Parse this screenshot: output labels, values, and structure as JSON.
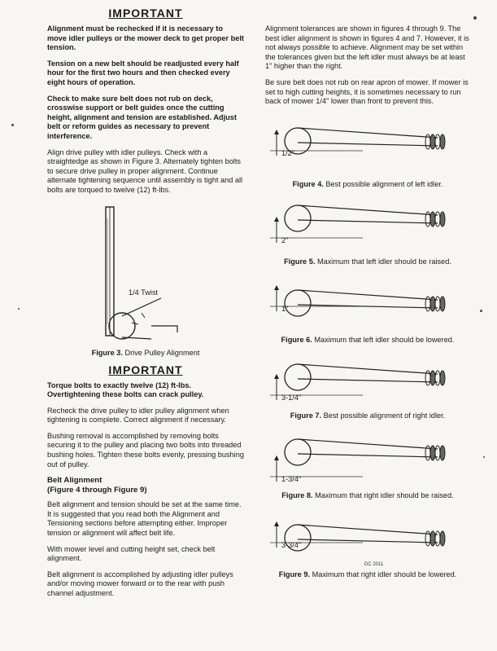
{
  "important_1": "IMPORTANT",
  "left_paras": [
    {
      "text": "Alignment must be rechecked if it is necessary to move idler pulleys or the mower deck to get proper belt tension.",
      "bold": true
    },
    {
      "text": "Tension on a new belt should be readjusted every half hour for the first two hours and then checked every eight hours of operation.",
      "bold": true
    },
    {
      "text": "Check to make sure belt does not rub on deck, crosswise support or belt guides once the cutting height, alignment and tension are established. Adjust belt or reform guides as necessary to prevent interference.",
      "bold": true
    },
    {
      "text": "Align drive pulley with idler pulleys. Check with a straightedge as shown in Figure 3. Alternately tighten bolts to secure drive pulley in proper alignment. Continue alternate tightening sequence until assembly is tight and all bolts are torqued to twelve (12) ft-lbs.",
      "bold": false
    }
  ],
  "fig3": {
    "label": "1/4 Twist",
    "num": "Figure 3.",
    "caption": "Drive Pulley Alignment"
  },
  "important_2": "IMPORTANT",
  "left_paras_2": [
    {
      "text": "Torque bolts to exactly twelve (12) ft-lbs. Overtightening these bolts can crack pulley.",
      "bold": true
    },
    {
      "text": "Recheck the drive pulley to idler pulley alignment when tightening is complete. Correct alignment if necessary.",
      "bold": false
    },
    {
      "text": "Bushing removal is accomplished by removing bolts securing it to the pulley and placing two bolts into threaded bushing holes. Tighten these bolts evenly, pressing bushing out of pulley.",
      "bold": false
    }
  ],
  "belt_alignment": {
    "title": "Belt Alignment",
    "subtitle": "(Figure 4 through Figure 9)"
  },
  "left_paras_3": [
    {
      "text": "Belt alignment and tension should be set at the same time. It is suggested that you read both the Alignment and Tensioning sections before attempting either. Improper tension or alignment will affect belt life."
    },
    {
      "text": "With mower level and cutting height set, check belt alignment."
    },
    {
      "text": "Belt alignment is accomplished by adjusting idler pulleys and/or moving mower forward or to the rear with push channel adjustment."
    }
  ],
  "right_paras": [
    {
      "text": "Alignment tolerances are shown in figures 4 through 9. The best idler alignment is shown in figures 4 and 7. However, it is not always possible to achieve. Alignment may be set within the tolerances given but the left idler must always be at least 1\" higher than the right."
    },
    {
      "text": "Be sure belt does not rub on rear apron of mower. If mower is set to high cutting heights, it is sometimes necessary to run back of mower 1/4\" lower than front to prevent this."
    }
  ],
  "figures": [
    {
      "dim": "1/2\"",
      "num": "Figure 4.",
      "caption": "Best possible alignment of left idler."
    },
    {
      "dim": "2\"",
      "num": "Figure 5.",
      "caption": "Maximum that left idler should be raised."
    },
    {
      "dim": "1\"",
      "num": "Figure 6.",
      "caption": "Maximum that left idler should be lowered."
    },
    {
      "dim": "3-1/4\"",
      "num": "Figure 7.",
      "caption": "Best possible alignment of right idler."
    },
    {
      "dim": "1-3/4\"",
      "num": "Figure 8.",
      "caption": "Maximum that right idler should be raised."
    },
    {
      "dim": "3-3/4\"",
      "num": "Figure 9.",
      "caption": "Maximum that right idler should be lowered."
    }
  ],
  "dc_code": "DC 2011"
}
